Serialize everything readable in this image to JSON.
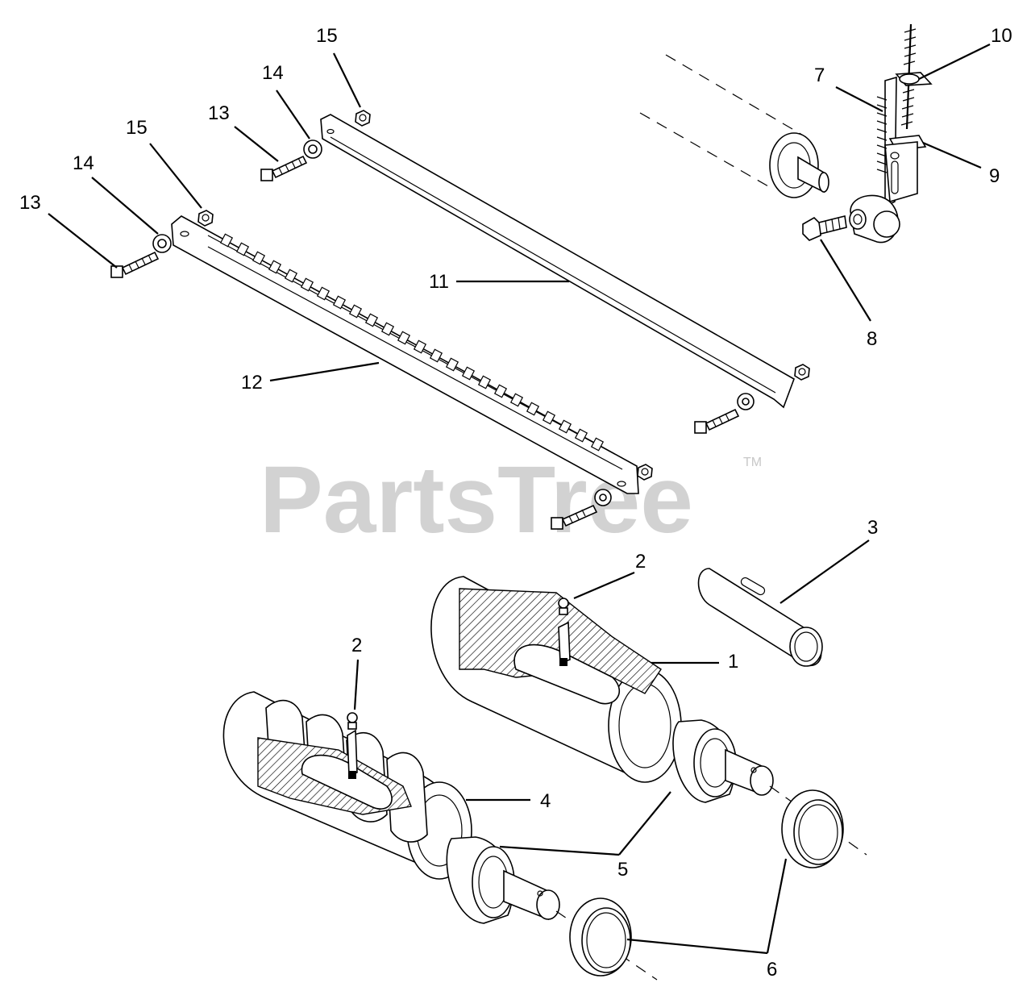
{
  "watermark": {
    "text": "PartsTree",
    "trademark": "TM"
  },
  "callouts": {
    "c1": "1",
    "c2a": "2",
    "c2b": "2",
    "c3": "3",
    "c4": "4",
    "c5": "5",
    "c6": "6",
    "c7": "7",
    "c8": "8",
    "c9": "9",
    "c10": "10",
    "c11": "11",
    "c12": "12",
    "c13a": "13",
    "c13b": "13",
    "c14a": "14",
    "c14b": "14",
    "c15a": "15",
    "c15b": "15"
  }
}
